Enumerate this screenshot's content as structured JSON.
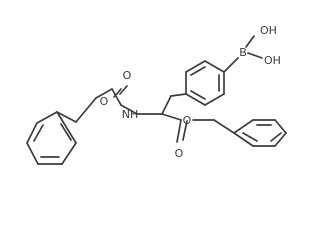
{
  "molecule": {
    "atoms": {
      "boron": "B",
      "hydroxyl_top": "OH",
      "hydroxyl_right": "OH",
      "carbamate_carbonyl_oxygen": "O",
      "carbamate_ester_oxygen": "O",
      "amine": "NH",
      "ester_carbonyl_oxygen": "O",
      "ester_oxygen": "O"
    }
  }
}
